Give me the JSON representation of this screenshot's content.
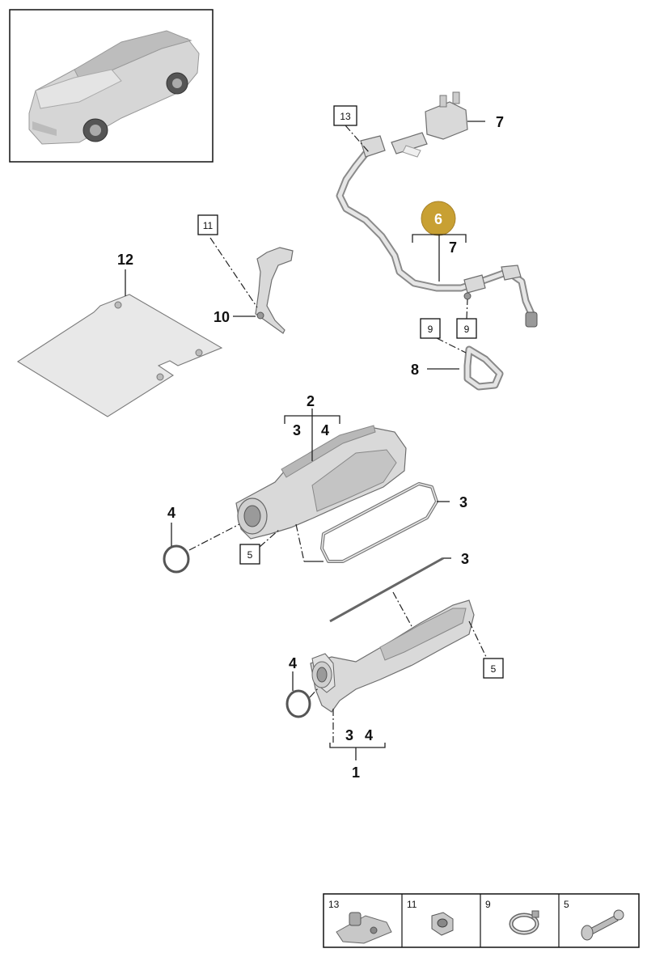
{
  "callouts": {
    "c1": "1",
    "c2": "2",
    "c3a": "3",
    "c3b": "3",
    "c3c": "3",
    "c3d": "3",
    "c4a": "4",
    "c4b": "4",
    "c4c": "4",
    "c4d": "4",
    "c5a": "5",
    "c5b": "5",
    "c6": "6",
    "c7a": "7",
    "c7b": "7",
    "c8": "8",
    "c9a": "9",
    "c9b": "9",
    "c10": "10",
    "c11": "11",
    "c12": "12",
    "c13": "13"
  },
  "legend": [
    {
      "label": "13",
      "icon": "clip-bracket-icon"
    },
    {
      "label": "11",
      "icon": "hex-nut-icon"
    },
    {
      "label": "9",
      "icon": "hose-clamp-icon"
    },
    {
      "label": "5",
      "icon": "screw-icon"
    }
  ],
  "colors": {
    "highlight_badge": "#c8a033",
    "line": "#222222",
    "part_fill": "#d9d9d9"
  }
}
